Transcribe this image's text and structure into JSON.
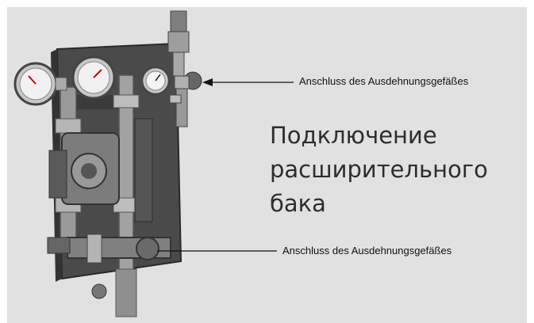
{
  "annotations": {
    "top": "Anschluss des Ausdehnungsgefäßes",
    "bottom": "Anschluss des Ausdehnungsgefäßes"
  },
  "title": {
    "line1": "Подключение",
    "line2": "расширительного",
    "line3": "бака"
  },
  "colors": {
    "background": "#e1e1e1",
    "metal": "#8e8e8e",
    "plate": "#4a4a4a",
    "text": "#2d2d2d"
  }
}
